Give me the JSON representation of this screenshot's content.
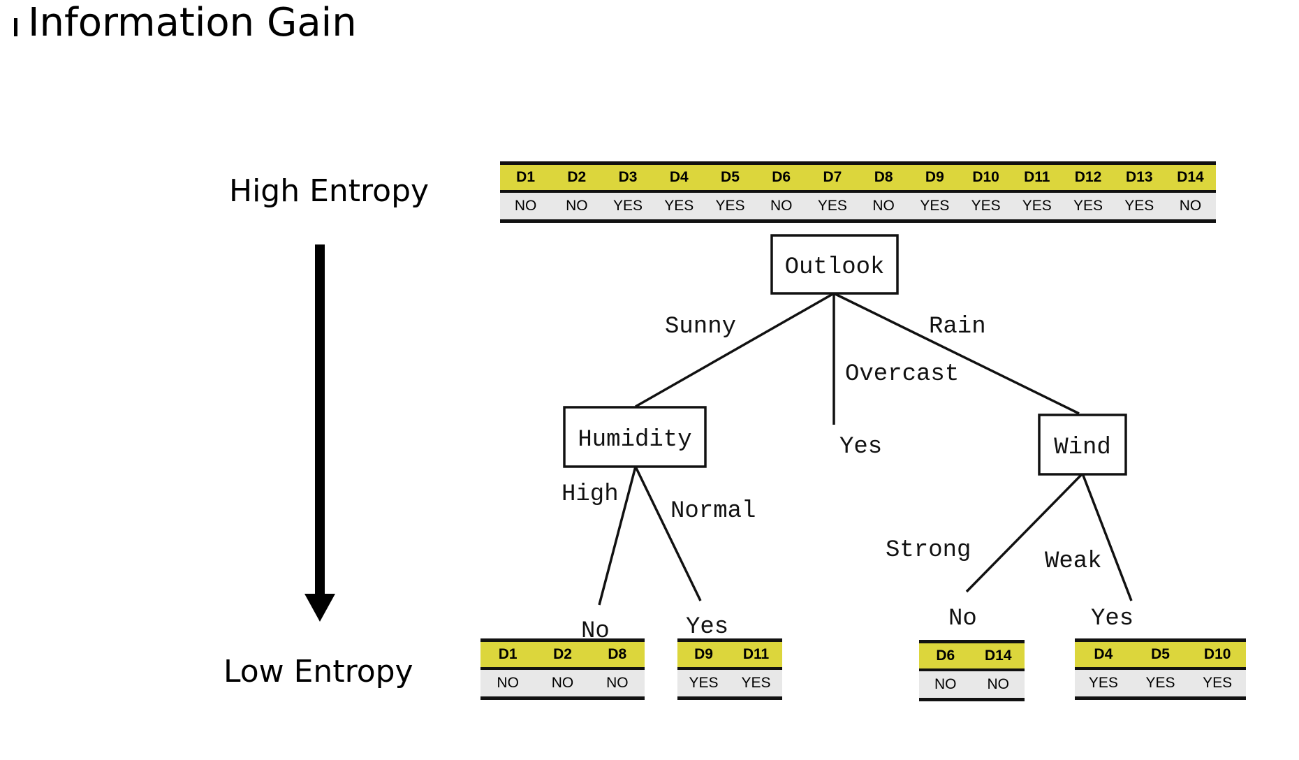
{
  "title": "Information Gain",
  "labels": {
    "high": "High Entropy",
    "low": "Low Entropy"
  },
  "top_table": {
    "headers": [
      "D1",
      "D2",
      "D3",
      "D4",
      "D5",
      "D6",
      "D7",
      "D8",
      "D9",
      "D10",
      "D11",
      "D12",
      "D13",
      "D14"
    ],
    "values": [
      "NO",
      "NO",
      "YES",
      "YES",
      "YES",
      "NO",
      "YES",
      "NO",
      "YES",
      "YES",
      "YES",
      "YES",
      "YES",
      "NO"
    ]
  },
  "tree": {
    "root": "Outlook",
    "branches": {
      "sunny": "Sunny",
      "overcast": "Overcast",
      "rain": "Rain",
      "high": "High",
      "normal": "Normal",
      "strong": "Strong",
      "weak": "Weak"
    },
    "nodes": {
      "humidity": "Humidity",
      "wind": "Wind"
    },
    "leaves": {
      "overcast_yes": "Yes",
      "high_no": "No",
      "normal_yes": "Yes",
      "strong_no": "No",
      "weak_yes": "Yes"
    }
  },
  "leaf_tables": [
    {
      "headers": [
        "D1",
        "D2",
        "D8"
      ],
      "values": [
        "NO",
        "NO",
        "NO"
      ]
    },
    {
      "headers": [
        "D9",
        "D11"
      ],
      "values": [
        "YES",
        "YES"
      ]
    },
    {
      "headers": [
        "D6",
        "D14"
      ],
      "values": [
        "NO",
        "NO"
      ]
    },
    {
      "headers": [
        "D4",
        "D5",
        "D10"
      ],
      "values": [
        "YES",
        "YES",
        "YES"
      ]
    }
  ],
  "colors": {
    "header_yellow": "#dcd63c",
    "value_gray": "#e8e8e8"
  }
}
